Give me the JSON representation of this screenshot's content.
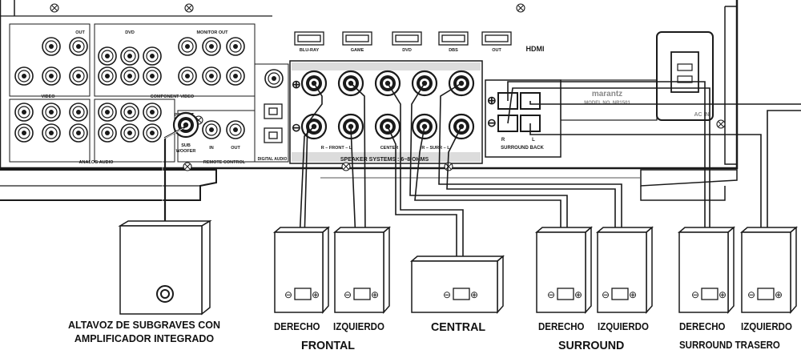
{
  "receiver": {
    "brand": "marantz",
    "model": "MODEL NO. NR1501",
    "ac_label": "AC IN",
    "hdmi_inputs": [
      "BLU-RAY",
      "GAME",
      "DVD",
      "DBS",
      "OUT"
    ],
    "hdmi_logo": "HDMI",
    "video_labels": [
      "VIDEO",
      "COMPONENT VIDEO",
      "MONITOR OUT",
      "DVD",
      "OUT"
    ],
    "analog_audio_label": "ANALOG AUDIO",
    "remote_control_label": "REMOTE CONTROL",
    "digital_audio_label": "DIGITAL AUDIO",
    "pre_out_label": "PRE OUT",
    "sub_label": "SUB",
    "woofer_label": "WOOFER",
    "front_label": "R – FRONT – L",
    "center_label": "CENTER",
    "surround_label": "R – SURR – L",
    "surround_back_label": "SURROUND BACK",
    "r_label": "R",
    "l_label": "L",
    "speaker_systems_label": "SPEAKER SYSTEMS : 6~8 OHMS",
    "remote_in": "IN",
    "remote_out": "OUT"
  },
  "captions": {
    "subwoofer_line1": "ALTAVOZ DE SUBGRAVES CON",
    "subwoofer_line2": "AMPLIFICADOR INTEGRADO",
    "front_right": "DERECHO",
    "front_left": "IZQUIERDO",
    "front_group": "FRONTAL",
    "center": "CENTRAL",
    "surround_right": "DERECHO",
    "surround_left": "IZQUIERDO",
    "surround_group": "SURROUND",
    "back_right": "DERECHO",
    "back_left": "IZQUIERDO",
    "back_group": "SURROUND TRASERO"
  },
  "colors": {
    "line": "#1a1a1a",
    "panel_fill": "#ffffff",
    "label_band": "#dcdcdc"
  }
}
